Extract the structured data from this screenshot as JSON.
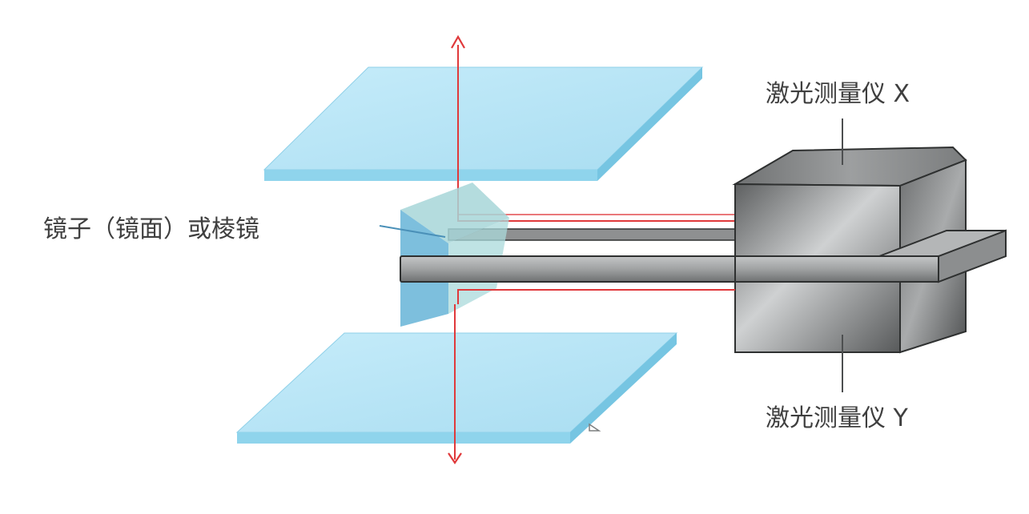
{
  "labels": {
    "mirror": "镜子（镜面）或棱镜",
    "laser_x": "激光测量仪 X",
    "laser_y": "激光测量仪 Y"
  },
  "colors": {
    "glass_top": "#bfe9f8",
    "glass_edge": "#86cfe9",
    "laser_beam": "#e0393b",
    "mirror": "#8ec9db",
    "body_gray": "#8f9192",
    "bar_gray": "#a4a6a8",
    "outline": "#2e3030",
    "text": "#3f3f3f"
  }
}
